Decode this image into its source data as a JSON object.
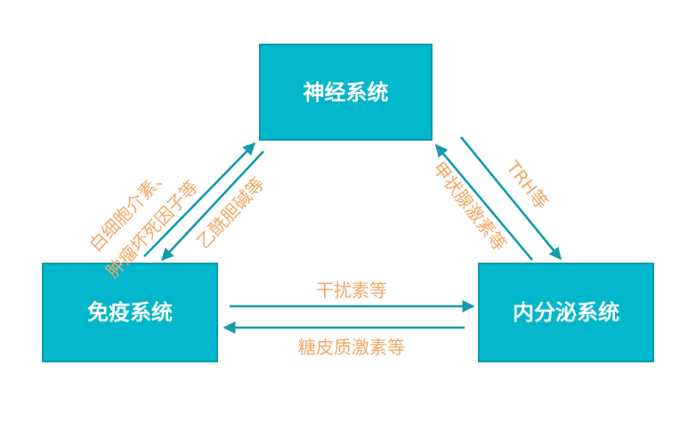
{
  "nodes": {
    "nervous": "神经系统",
    "immune": "免疫系统",
    "endocrine": "内分泌系统"
  },
  "edges": {
    "immune_to_nervous_line1": "白细胞介素、",
    "immune_to_nervous_line2": "肿瘤坏死因子等",
    "nervous_to_immune": "乙酰胆碱等",
    "nervous_to_endocrine": "TRH等",
    "endocrine_to_nervous": "甲状腺激素等",
    "immune_to_endocrine": "干扰素等",
    "endocrine_to_immune": "糖皮质激素等"
  },
  "colors": {
    "box_fill": "#00B7CC",
    "arrow": "#159BAE",
    "edge_label": "#F0A868",
    "node_text": "#FFFFFF"
  }
}
